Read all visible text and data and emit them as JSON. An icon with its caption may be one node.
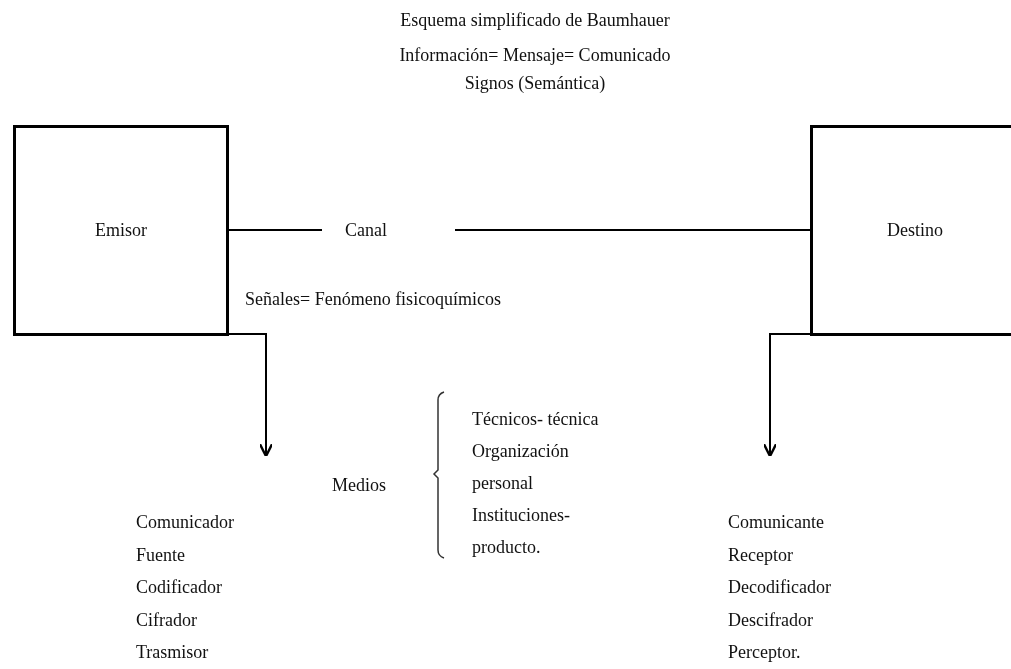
{
  "diagram": {
    "title": "Esquema simplificado de Baumhauer",
    "nodes": [
      {
        "text": [
          "Emisor"
        ]
      },
      {
        "text": [
          "Canal"
        ]
      },
      {
        "text": [
          "Destino"
        ]
      },
      {
        "text": [
          "Comunicador",
          "Fuente",
          "Codificador",
          "Cifrador",
          "Trasmisor"
        ]
      },
      {
        "text": [
          "Comunicante",
          "Receptor",
          "Decodificador",
          "Descifrador",
          "Perceptor."
        ]
      }
    ],
    "edges": [
      {
        "from": 0,
        "to": 1,
        "arrow": "none"
      },
      {
        "from": 1,
        "to": 2,
        "arrow": "none"
      },
      {
        "from": 0,
        "to": 3,
        "arrow": "to"
      },
      {
        "from": 2,
        "to": 4,
        "arrow": "to"
      }
    ],
    "labels": [
      "Información= Mensaje= Comunicado",
      "Signos (Semántica)",
      "Señales= Fenómeno fisicoquímicos",
      "Medios",
      "Técnicos- técnica",
      "Organización personal",
      "Instituciones- producto."
    ]
  }
}
